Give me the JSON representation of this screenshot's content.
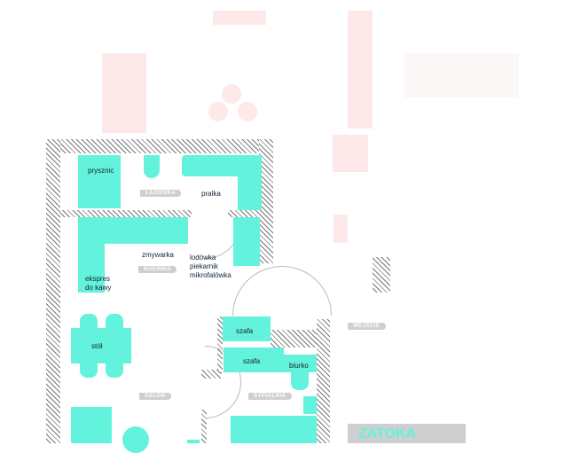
{
  "colors": {
    "furniture": "#63f2dc",
    "room_label": "#cfcfcf"
  },
  "rooms": {
    "bathroom": "ŁAZIENKA",
    "kitchen": "KUCHNIA",
    "living": "SALON",
    "bedroom": "SYPIALNIA",
    "entrance": "WEJŚCIE"
  },
  "items": {
    "shower": "prysznic",
    "washer": "pralka",
    "dishwasher": "zmywarka",
    "fridge": "lodówka",
    "oven": "piekarnik",
    "microwave": "mikrofalówka",
    "coffee1": "ekspres",
    "coffee2": "do kawy",
    "table": "stół",
    "wardrobe1": "szafa",
    "wardrobe2": "szafa",
    "desk": "biurko"
  },
  "footer_label": "ZATOKA"
}
